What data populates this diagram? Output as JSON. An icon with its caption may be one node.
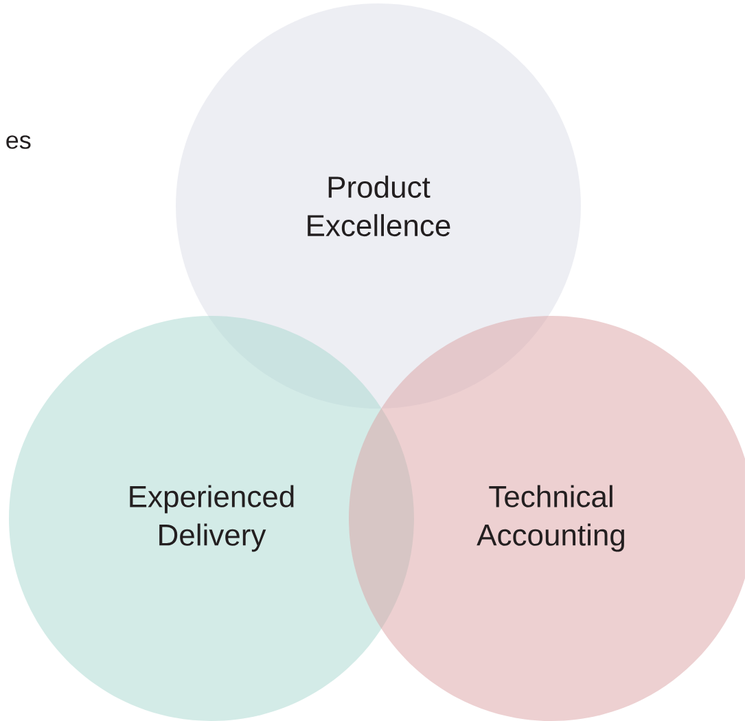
{
  "diagram": {
    "nodes": [
      {
        "text": [
          "Product Excellence"
        ]
      },
      {
        "text": [
          "Experienced Delivery"
        ]
      },
      {
        "text": [
          "Technical Accounting"
        ]
      }
    ],
    "labels": [
      "es"
    ]
  }
}
